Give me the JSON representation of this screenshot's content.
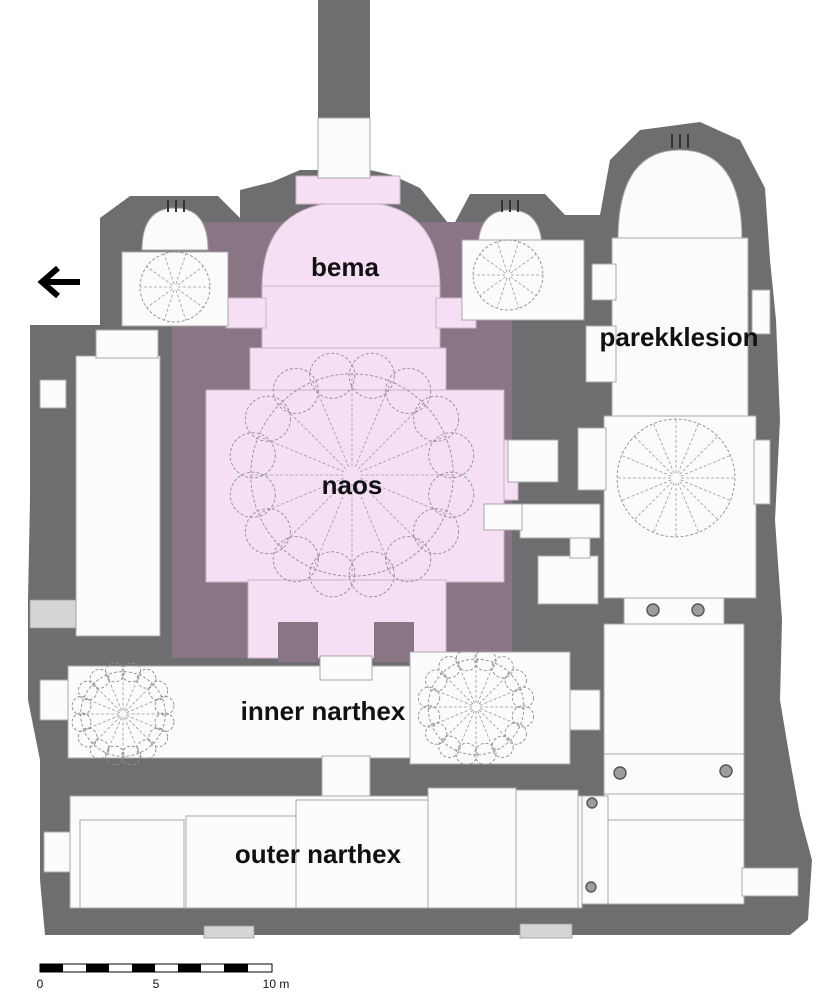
{
  "labels": {
    "bema": "bema",
    "naos": "naos",
    "parekklesion": "parekklesion",
    "inner_narthex": "inner narthex",
    "outer_narthex": "outer narthex"
  },
  "scale_bar": {
    "ticks": [
      "0",
      "5",
      "10 m"
    ]
  },
  "north_arrow": "left-arrow",
  "colors": {
    "walls": "#6e6e70",
    "highlight_dark": "#8a7585",
    "highlight_light": "#f6dff5"
  }
}
